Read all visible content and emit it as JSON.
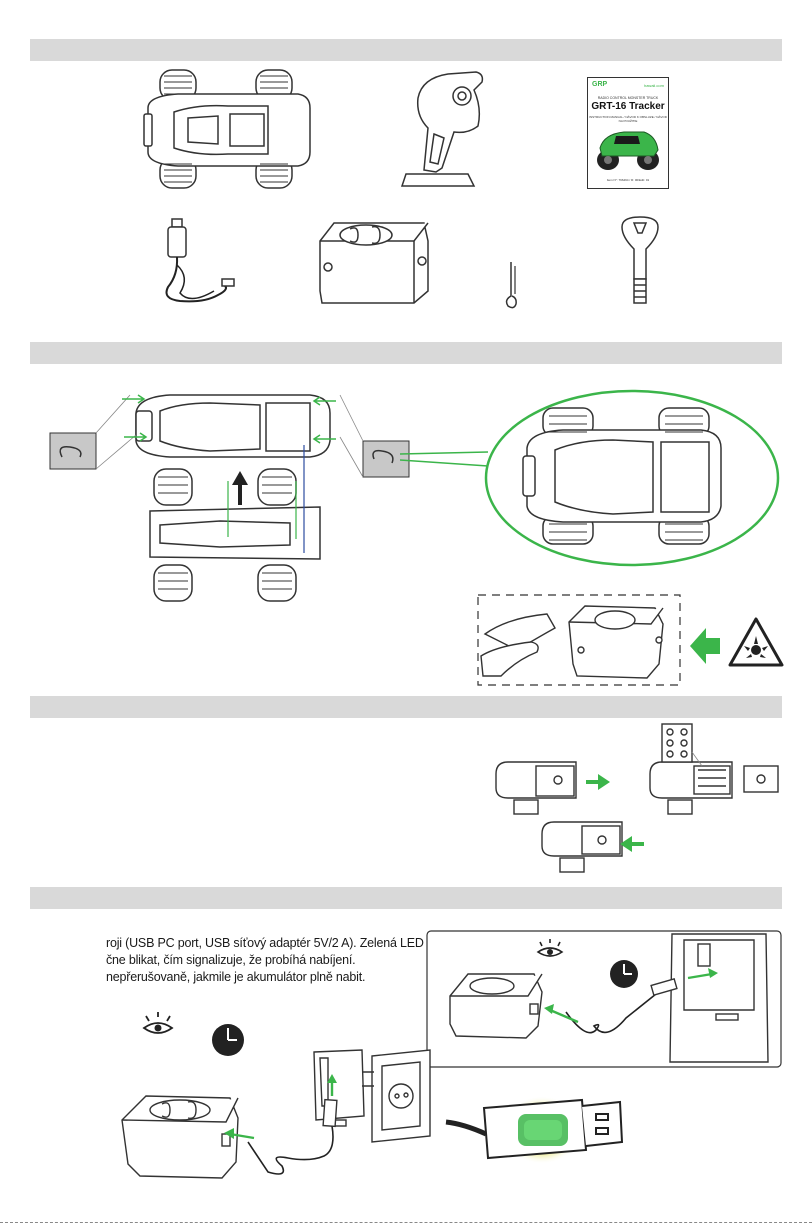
{
  "manual_cover": {
    "brand": "GRP",
    "site": "hawaii.com",
    "subtitle": "RADIO CONTROL MONSTER TRUCK",
    "title": "GRT-16 Tracker",
    "lines": "INSTRUCTION MANUAL / NÁVOD K OBSLUZE / NÁVOD NA POUŽITIE",
    "footer": "Item N°: 796494 / R: 00/Edit: 01"
  },
  "charging_text": {
    "line1": "roji (USB PC port, USB síťový adaptér 5V/2 A). Zelená LED",
    "line2": " čne blikat, čím signalizuje, že probíhá nabíjení.",
    "line3": " nepřerušovaně, jakmile je akumulátor plně nabit."
  },
  "colors": {
    "accent_green": "#3bb54a",
    "bar_gray": "#d9d9d9",
    "line_art": "#333333"
  }
}
